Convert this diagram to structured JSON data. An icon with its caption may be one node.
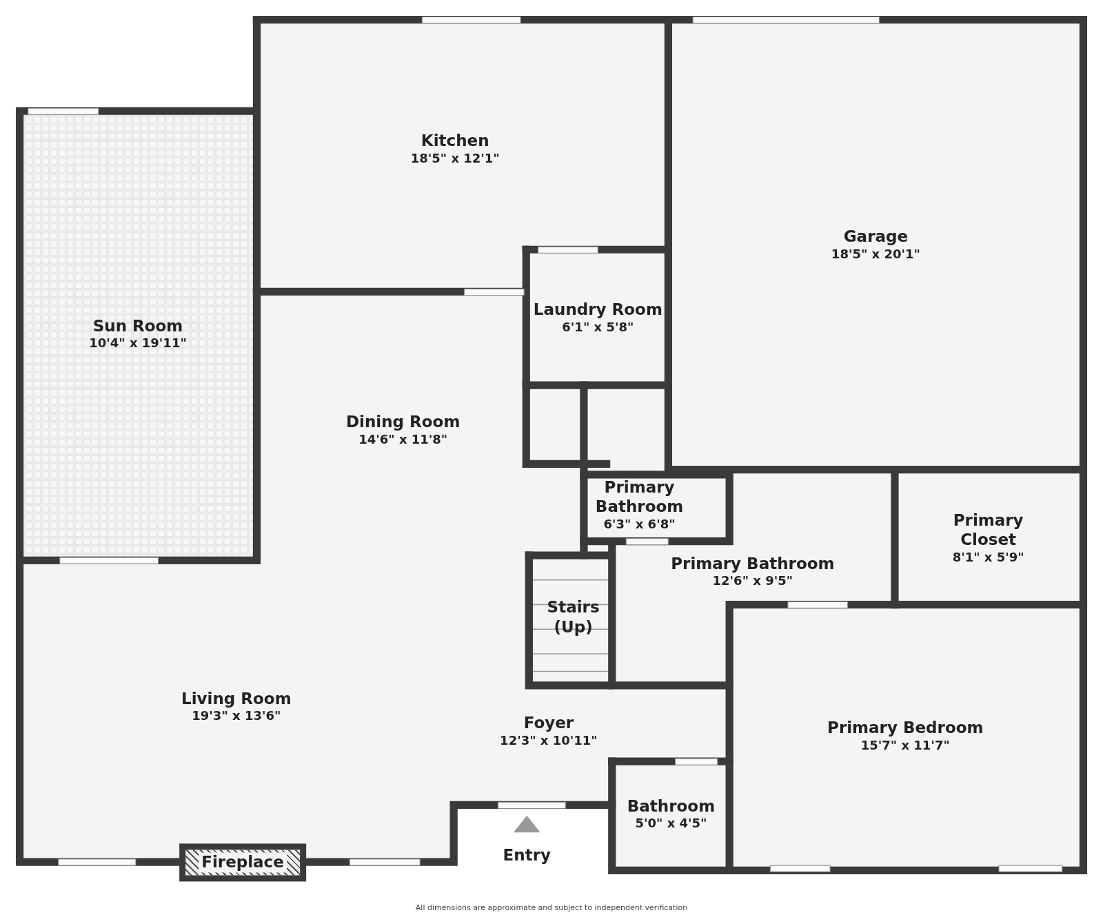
{
  "diagram": {
    "caption": "All dimensions are approximate and subject to independent verification",
    "nodes": [
      {
        "text": [
          "Kitchen",
          "18'5\" x 12'1\""
        ]
      },
      {
        "text": [
          "Garage",
          "18'5\" x 20'1\""
        ]
      },
      {
        "text": [
          "Sun Room",
          "10'4\" x 19'11\""
        ]
      },
      {
        "text": [
          "Laundry Room",
          "6'1\" x 5'8\""
        ]
      },
      {
        "text": [
          "Dining Room",
          "14'6\" x 11'8\""
        ]
      },
      {
        "text": [
          "Primary Bathroom",
          "6'3\" x 6'8\""
        ]
      },
      {
        "text": [
          "Primary Closet",
          "8'1\" x 5'9\""
        ]
      },
      {
        "text": [
          "Primary Bathroom",
          "12'6\" x 9'5\""
        ]
      },
      {
        "text": [
          "Stairs (Up)"
        ]
      },
      {
        "text": [
          "Living Room",
          "19'3\" x 13'6\""
        ]
      },
      {
        "text": [
          "Foyer",
          "12'3\" x 10'11\""
        ]
      },
      {
        "text": [
          "Primary Bedroom",
          "15'7\" x 11'7\""
        ]
      },
      {
        "text": [
          "Bathroom",
          "5'0\" x 4'5\""
        ]
      },
      {
        "text": [
          "Fireplace"
        ]
      }
    ],
    "edges": [],
    "labels": [
      "Entry"
    ]
  }
}
